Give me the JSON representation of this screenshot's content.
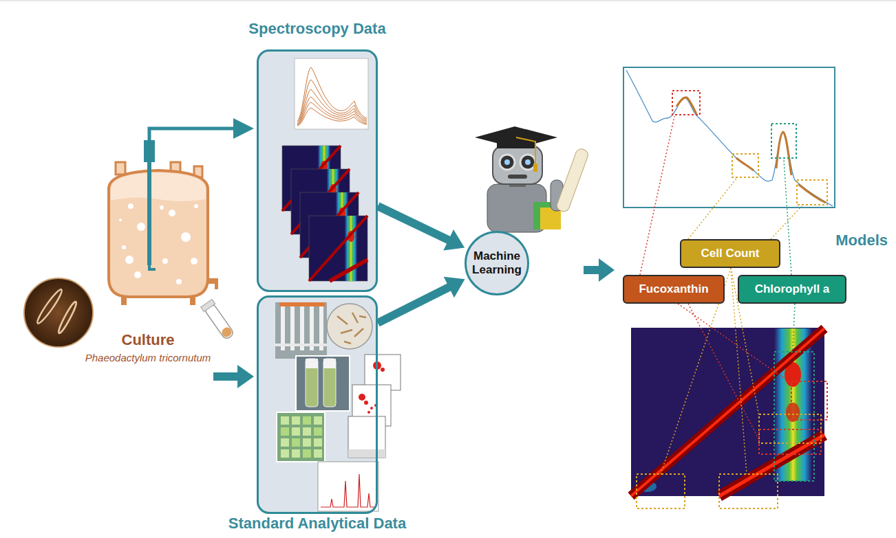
{
  "diagram": {
    "nodes": [
      {
        "text": [
          "Culture",
          "Phaeodactylum tricornutum"
        ]
      },
      {
        "text": [
          "Spectroscopy Data"
        ]
      },
      {
        "text": [
          "Standard Analytical Data"
        ]
      },
      {
        "text": [
          "Machine Learning"
        ]
      },
      {
        "text": [
          "Cell Count"
        ]
      },
      {
        "text": [
          "Fucoxanthin"
        ]
      },
      {
        "text": [
          "Chlorophyll a"
        ]
      }
    ],
    "edges": [
      {
        "from": 0,
        "to": 1,
        "arrow": "to"
      },
      {
        "from": 0,
        "to": 2,
        "arrow": "to"
      },
      {
        "from": 1,
        "to": 3,
        "arrow": "to"
      },
      {
        "from": 2,
        "to": 3,
        "arrow": "to"
      }
    ],
    "labels": [
      "Models"
    ]
  }
}
